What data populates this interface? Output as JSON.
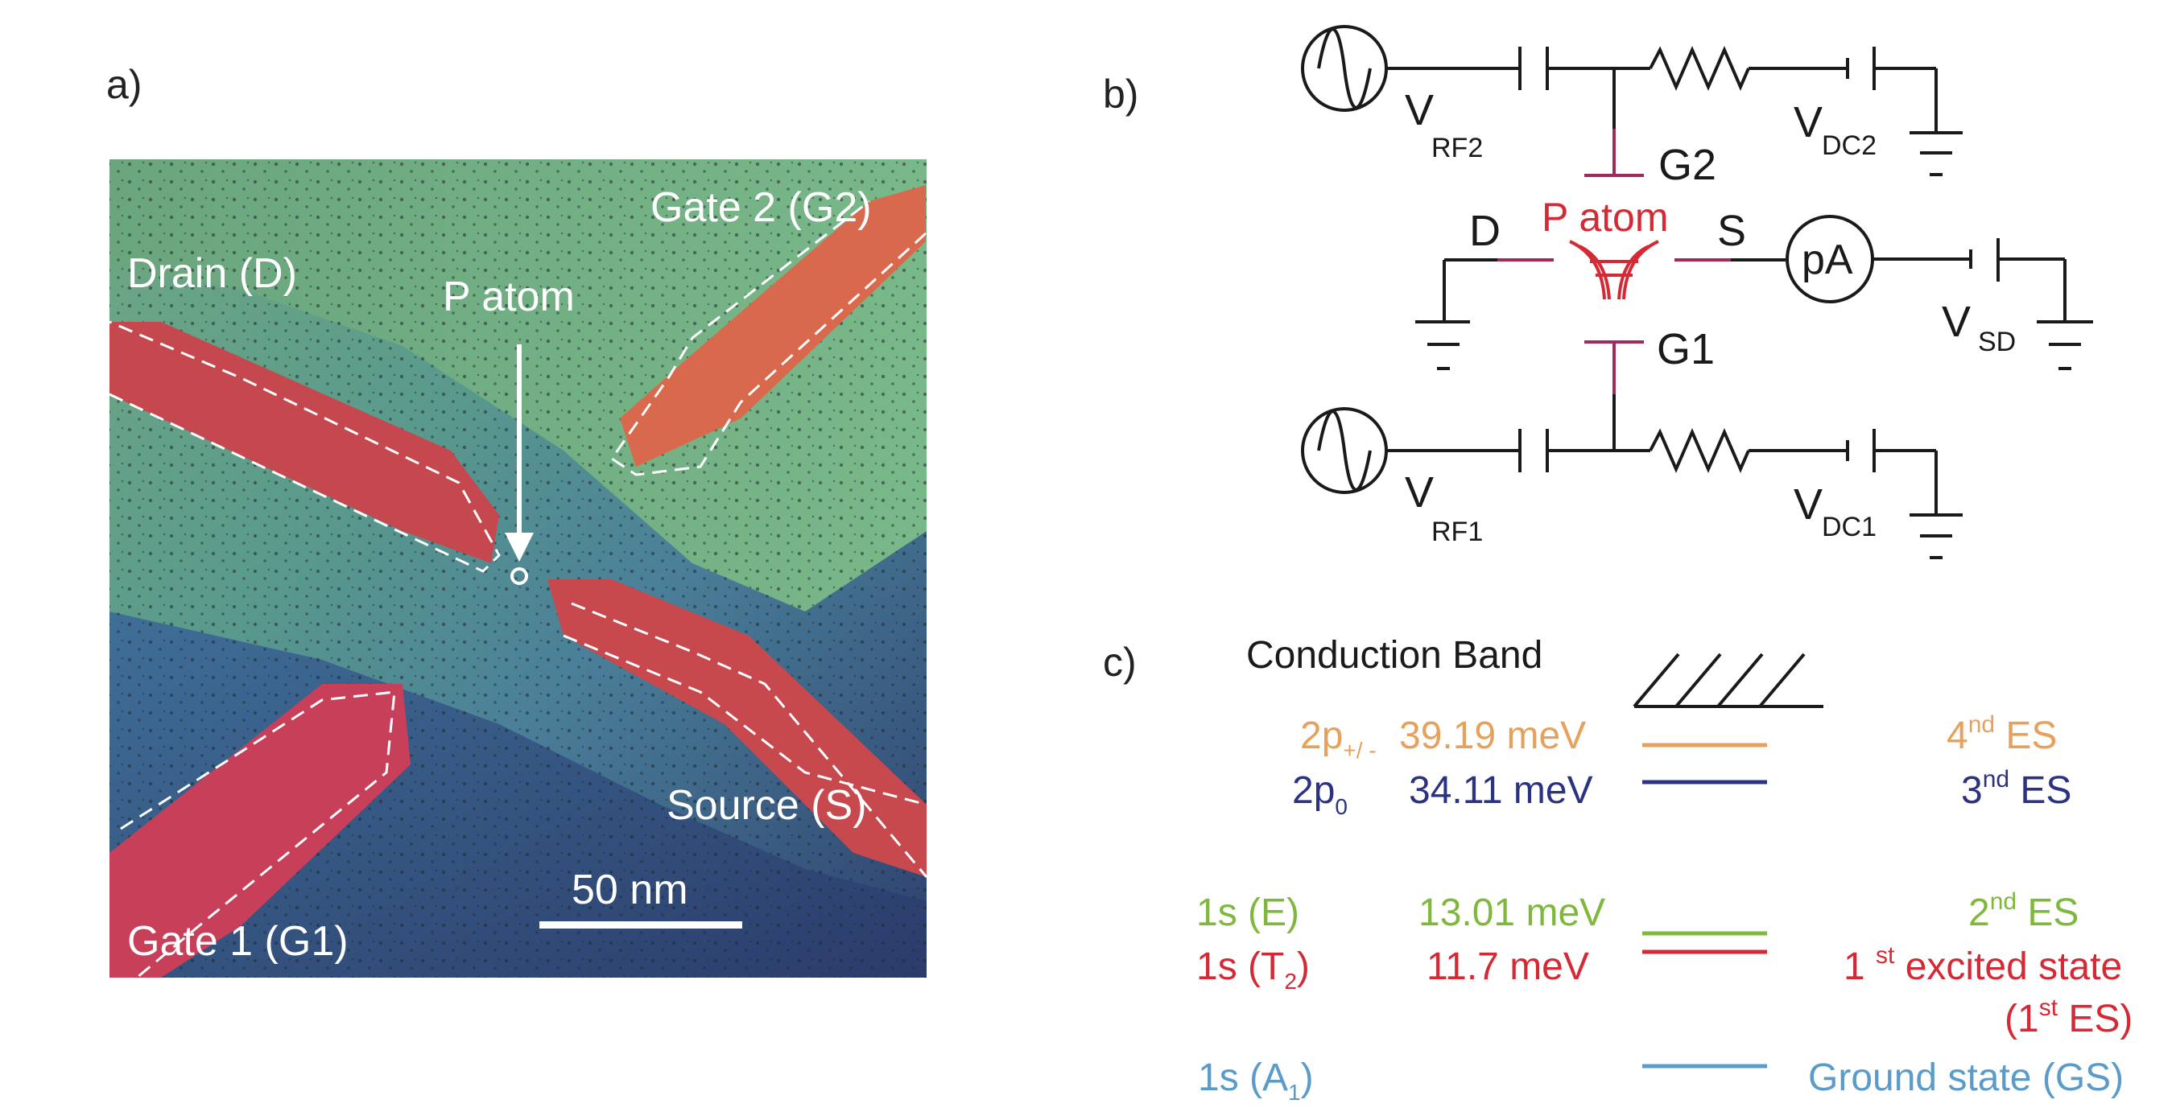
{
  "panels": {
    "a": {
      "label": "a)",
      "image_labels": {
        "gate2": "Gate 2 (G2)",
        "drain": "Drain (D)",
        "p_atom": "P atom",
        "source": "Source (S)",
        "gate1": "Gate 1 (G1)",
        "scale": "50 nm"
      }
    },
    "b": {
      "label": "b)",
      "circuit": {
        "v_rf2": {
          "main": "V",
          "sub": "RF2"
        },
        "v_dc2": {
          "main": "V",
          "sub": "DC2"
        },
        "g2": "G2",
        "d": "D",
        "p_atom": "P atom",
        "s": "S",
        "pa": "pA",
        "v_sd": {
          "main": "V",
          "sub": "SD"
        },
        "g1": "G1",
        "v_rf1": {
          "main": "V",
          "sub": "RF1"
        },
        "v_dc1": {
          "main": "V",
          "sub": "DC1"
        }
      }
    },
    "c": {
      "label": "c)",
      "conduction_band": "Conduction Band",
      "levels": [
        {
          "state_main": "2p",
          "state_sub": "+/ -",
          "energy": "39.19 meV",
          "right_main": "4",
          "right_sup": "nd",
          "right_rest": " ES",
          "color": "#e8a15c"
        },
        {
          "state_main": "2p",
          "state_sub": "0",
          "energy": "34.11 meV",
          "right_main": "3",
          "right_sup": "nd",
          "right_rest": " ES",
          "color": "#2b3282"
        },
        {
          "state_main": "1s (E)",
          "energy": "13.01 meV",
          "right_main": "2",
          "right_sup": "nd",
          "right_rest": " ES",
          "color": "#7fb83c"
        },
        {
          "state_main": "1s (T",
          "state_sub": "2",
          "state_end": ")",
          "energy": "11.7 meV",
          "right_main": "1 ",
          "right_sup": "st",
          "right_rest": " excited state",
          "right_line2_a": "(1",
          "right_line2_sup": "st",
          "right_line2_b": " ES)",
          "color": "#d32a36"
        },
        {
          "state_main": "1s (A",
          "state_sub": "1",
          "state_end": ")",
          "energy": "",
          "right_main": "Ground state (GS)",
          "color": "#5b9bc9"
        }
      ]
    }
  },
  "colors": {
    "circuit": "#1a1a1a",
    "device_wire": "#9e2a5e",
    "p_atom": "#d32a36"
  }
}
